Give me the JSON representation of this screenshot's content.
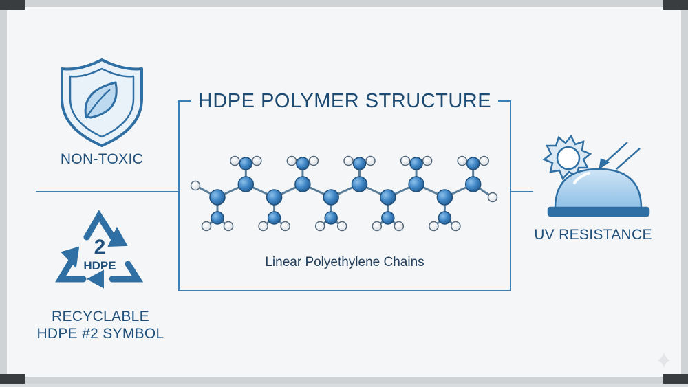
{
  "diagram": {
    "title": "HDPE POLYMER STRUCTURE",
    "caption": "Linear Polyethylene Chains",
    "labels": {
      "non_toxic": "NON-TOXIC",
      "recyclable_line1": "RECYCLABLE",
      "recyclable_line2": "HDPE #2 SYMBOL",
      "uv_resistance": "UV RESISTANCE"
    },
    "recycle_symbol": {
      "number": "2",
      "code": "HDPE"
    },
    "icons": [
      "shield-leaf-icon",
      "recycle-icon",
      "sun-dome-icon",
      "sparkle-icon"
    ],
    "colors": {
      "primary": "#2f6fa3",
      "accent": "#4a90c8",
      "carbon": "#3f86c6",
      "hydrogen": "#ffffff",
      "background": "#f4f6f7"
    }
  }
}
